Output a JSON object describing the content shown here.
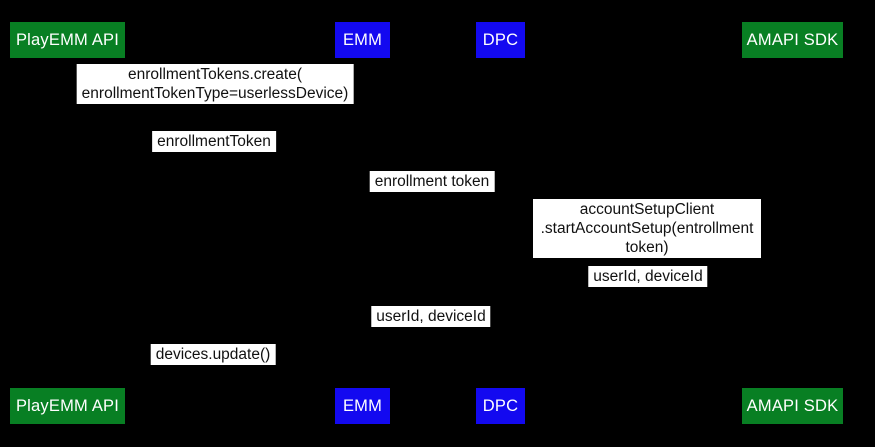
{
  "diagram": {
    "type": "sequence-diagram",
    "background": "#000000"
  },
  "colors": {
    "actor_green": "#087f23",
    "actor_blue": "#1309f0",
    "actor_text": "#ffffff",
    "label_bg": "#ffffff",
    "label_text": "#111111"
  },
  "actors": [
    {
      "label": "PlayEMM API",
      "color_key": "actor_green"
    },
    {
      "label": "EMM",
      "color_key": "actor_blue"
    },
    {
      "label": "DPC",
      "color_key": "actor_blue"
    },
    {
      "label": "AMAPI SDK",
      "color_key": "actor_green"
    }
  ],
  "messages": [
    {
      "text": "enrollmentTokens.create(\nenrollmentTokenType=userlessDevice)"
    },
    {
      "text": "enrollmentToken"
    },
    {
      "text": "enrollment token"
    },
    {
      "text": "accountSetupClient\n.startAccountSetup(entrollment token)"
    },
    {
      "text": "userId, deviceId"
    },
    {
      "text": "userId, deviceId"
    },
    {
      "text": "devices.update()"
    }
  ]
}
